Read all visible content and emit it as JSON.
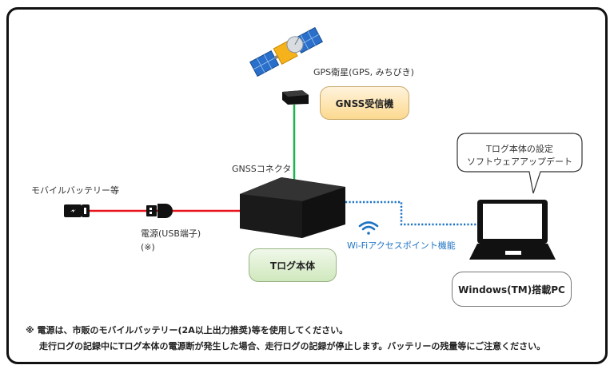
{
  "diagram": {
    "satellite_label": "GPS衛星(GPS, みちびき)",
    "gnss_receiver_label": "GNSS受信機",
    "gnss_connector_label": "GNSSコネクタ",
    "mobile_battery_label": "モバイルバッテリー等",
    "power_label_line1": "電源(USB端子)",
    "power_label_line2": "(※)",
    "tlog_body_label": "Tログ本体",
    "wifi_label": "Wi-Fiアクセスポイント機能",
    "bubble_line1": "Tログ本体の設定",
    "bubble_line2": "ソフトウェアアップデート",
    "pc_label": "Windows(TM)搭載PC"
  },
  "notes": {
    "line1": "※ 電源は、市販のモバイルバッテリー(2A以上出力推奨)等を使用してください。",
    "line2": "走行ログの記録中にTログ本体の電源断が発生した場合、走行ログの記録が停止します。バッテリーの残量等にご注意ください。"
  },
  "colors": {
    "power_line": "#e8141c",
    "gnss_line": "#1db34a",
    "wifi_line": "#1f74c4",
    "gnss_box": "#fcd98f",
    "tlog_box": "#cfe8bd"
  }
}
